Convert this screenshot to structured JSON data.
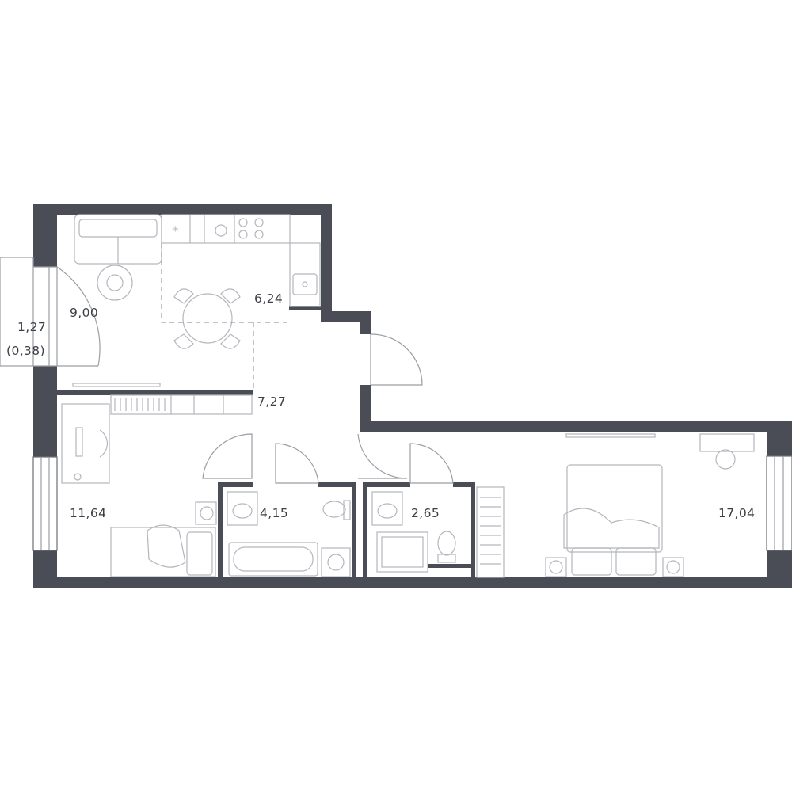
{
  "rooms": {
    "balcony": {
      "area": "1,27",
      "reduced_area": "(0,38)"
    },
    "living": {
      "area": "9,00"
    },
    "kitchen": {
      "area": "6,24"
    },
    "hall": {
      "area": "7,27"
    },
    "bedroom_left": {
      "area": "11,64"
    },
    "bathroom": {
      "area": "4,15"
    },
    "wc": {
      "area": "2,65"
    },
    "bedroom_right": {
      "area": "17,04"
    }
  },
  "colors": {
    "wall": "#4a4d55",
    "furniture": "#b3b6bc"
  }
}
